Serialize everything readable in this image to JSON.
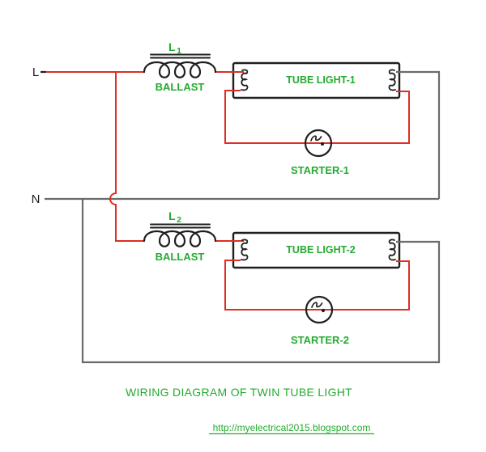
{
  "colors": {
    "live_wire": "#dc2f25",
    "neutral_wire": "#6b6b6b",
    "component": "#1f1f1f",
    "label_text": "#24ab30"
  },
  "terminals": {
    "live": "L",
    "neutral": "N"
  },
  "circuits": [
    {
      "inductor_symbol": "L",
      "inductor_subscript": "1",
      "ballast_label": "BALLAST",
      "tube_label": "TUBE LIGHT-1",
      "starter_label": "STARTER-1"
    },
    {
      "inductor_symbol": "L",
      "inductor_subscript": "2",
      "ballast_label": "BALLAST",
      "tube_label": "TUBE LIGHT-2",
      "starter_label": "STARTER-2"
    }
  ],
  "footer": {
    "title": "WIRING DIAGRAM OF TWIN TUBE LIGHT",
    "url": "http://myelectrical2015.blogspot.com"
  }
}
